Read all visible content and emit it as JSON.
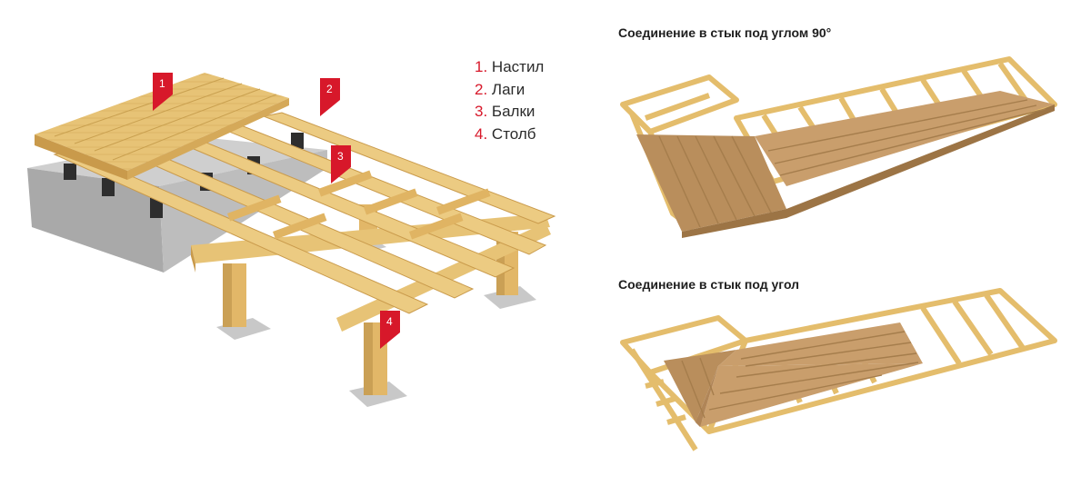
{
  "legend": {
    "items": [
      {
        "num": "1.",
        "label": "Настил"
      },
      {
        "num": "2.",
        "label": "Лаги"
      },
      {
        "num": "3.",
        "label": "Балки"
      },
      {
        "num": "4.",
        "label": "Столб"
      }
    ]
  },
  "markers": [
    "1",
    "2",
    "3",
    "4"
  ],
  "captions": {
    "right_angle": "Соединение в стык под углом 90°",
    "angle": "Соединение в стык под угол"
  },
  "colors": {
    "accent_red": "#d7182a",
    "wood_light": "#e7c376",
    "wood_dark": "#c99a4b",
    "decking": "#c79a66",
    "concrete": "#b9b9b9"
  }
}
